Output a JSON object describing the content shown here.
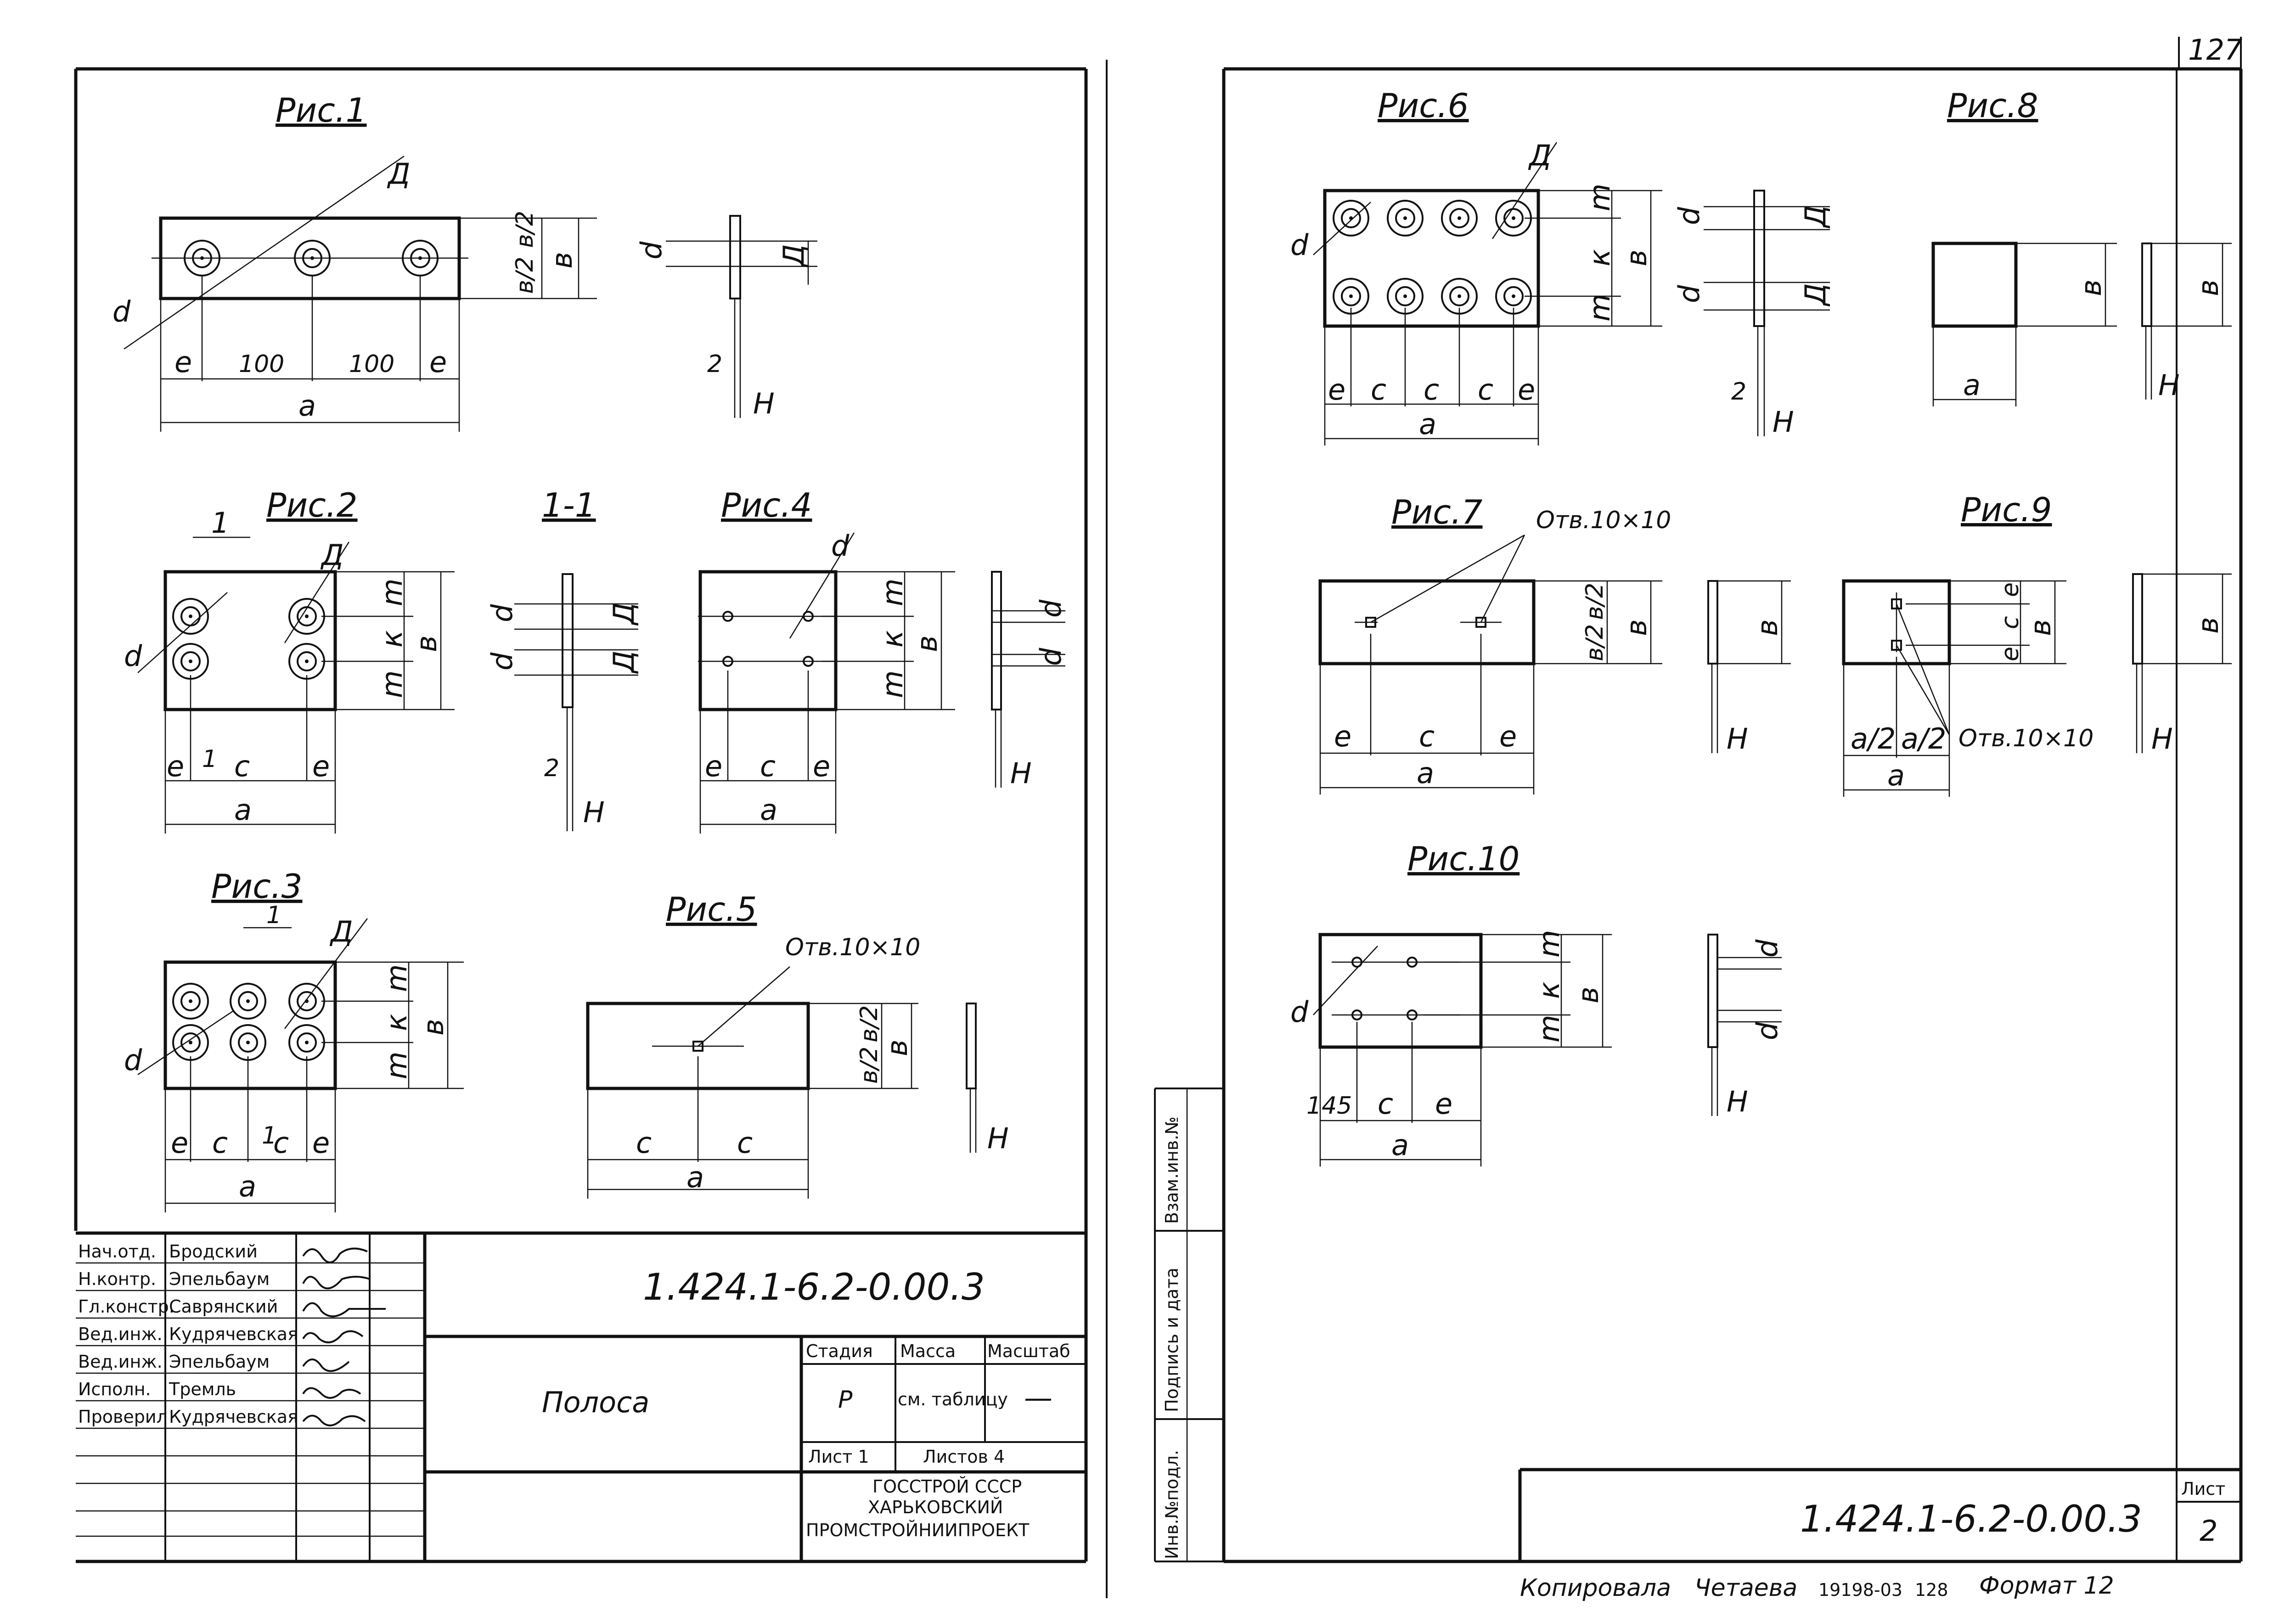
{
  "page_number": "127",
  "figures": {
    "fig1": "Рис.1",
    "fig2": "Рис.2",
    "fig3": "Рис.3",
    "fig4": "Рис.4",
    "fig5": "Рис.5",
    "fig6": "Рис.6",
    "fig7": "Рис.7",
    "fig8": "Рис.8",
    "fig9": "Рис.9",
    "fig10": "Рис.10",
    "section_1_1": "1-1"
  },
  "dims": {
    "a": "a",
    "e": "e",
    "c": "c",
    "b": "в",
    "m": "m",
    "k": "к",
    "H": "H",
    "d": "d",
    "D": "Д",
    "b2": "в/2",
    "n100": "100",
    "n2": "2",
    "n1": "1",
    "n145": "145",
    "a2": "a/2"
  },
  "notes": {
    "hole": "Отв.10×10"
  },
  "title_block": {
    "roles": [
      "Нач.отд.",
      "Н.контр.",
      "Гл.констр.",
      "Вед.инж.",
      "Вед.инж.",
      "Исполн.",
      "Проверил"
    ],
    "names": [
      "Бродский",
      "Эпельбаум",
      "Саврянский",
      "Кудрячевская",
      "Эпельбаум",
      "Тремль",
      "Кудрячевская"
    ],
    "doc_code": "1.424.1-6.2-0.00.3",
    "part_name": "Полоса",
    "stage_h": "Стадия",
    "mass_h": "Масса",
    "scale_h": "Масштаб",
    "stage": "Р",
    "mass": "см. таблицу",
    "scale": "—",
    "sheet": "Лист 1",
    "sheets": "Листов 4",
    "org1": "ГОССТРОЙ СССР",
    "org2": "ХАРЬКОВСКИЙ",
    "org3": "ПРОМСТРОЙНИИПРОЕКТ"
  },
  "right_sheet": {
    "doc_code": "1.424.1-6.2-0.00.3",
    "sheet_h": "Лист",
    "sheet_no": "2",
    "side_labels": [
      "Инв.№подл.",
      "Подпись и дата",
      "Взам.инв.№"
    ]
  },
  "footer": {
    "copied": "Копировала",
    "copier": "Четаева",
    "order": "19198-03",
    "num": "128",
    "format": "Формат 12"
  }
}
